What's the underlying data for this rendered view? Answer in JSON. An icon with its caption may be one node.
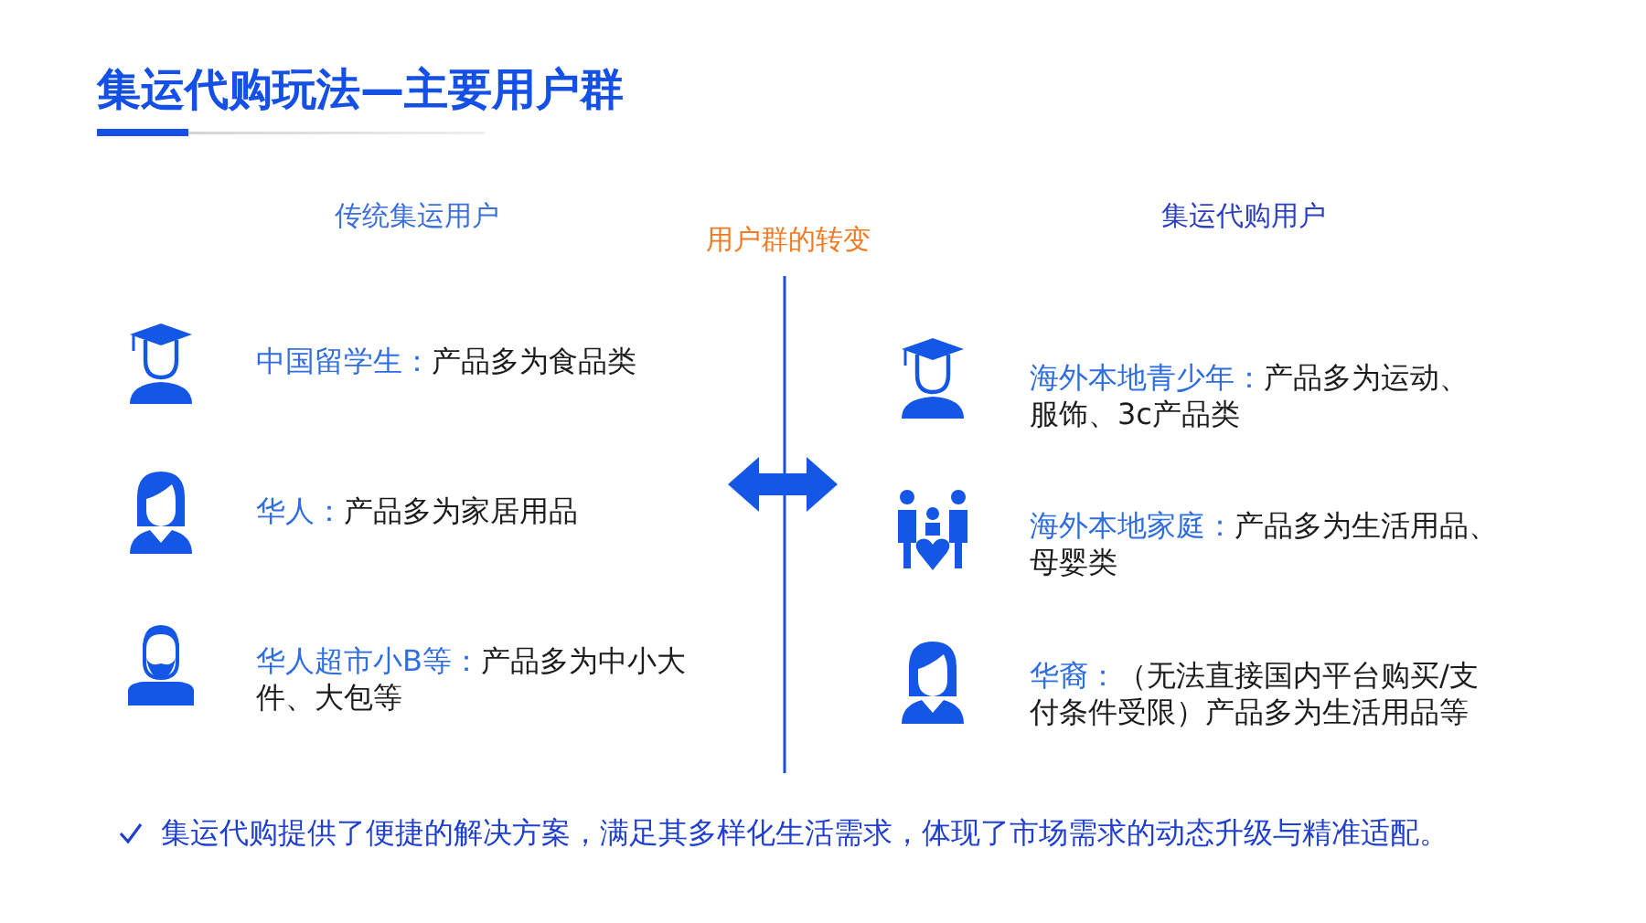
{
  "diagram": {
    "title": "集运代购玩法—主要用户群",
    "nodes": [
      {
        "text": [
          "传统集运用户"
        ]
      },
      {
        "text": [
          "中国留学生：",
          "产品多为食品类"
        ],
        "in": 0
      },
      {
        "text": [
          "华人：",
          "产品多为家居用品"
        ],
        "in": 0
      },
      {
        "text": [
          "华人超市小B等：",
          "产品多为中小大件、大包等"
        ],
        "in": 0
      },
      {
        "text": [
          "集运代购用户"
        ]
      },
      {
        "text": [
          "海外本地青少年：",
          "产品多为运动、服饰、3c产品类"
        ],
        "in": 4
      },
      {
        "text": [
          "海外本地家庭：",
          "产品多为生活用品、母婴类"
        ],
        "in": 4
      },
      {
        "text": [
          "华裔：",
          "（无法直接国内平台购买/支付条件受限）产品多为生活用品等"
        ],
        "in": 4
      }
    ],
    "edges": [
      {
        "from": 0,
        "to": 4,
        "arrow": "both"
      }
    ],
    "labels": [
      "用户群的转变",
      "集运代购提供了便捷的解决方案，满足其多样化生活需求，体现了市场需求的动态升级与精准适配。"
    ]
  }
}
